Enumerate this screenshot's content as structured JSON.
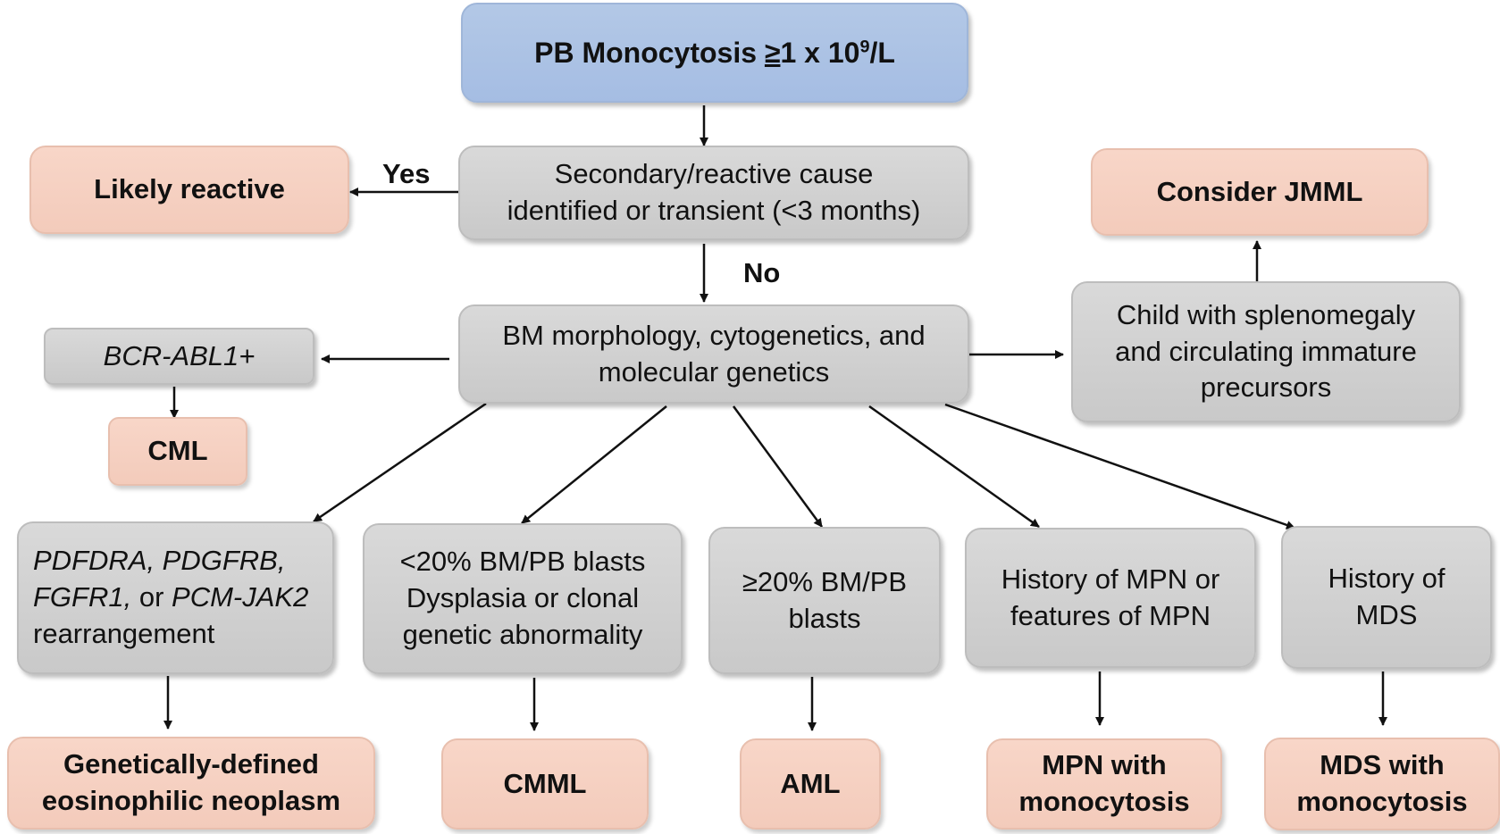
{
  "start": {
    "text_pre": "PB Monocytosis ",
    "ge": "≥",
    "text_mid": "1 x 10",
    "sup": "9",
    "text_post": "/L"
  },
  "reactive_question": {
    "line1": "Secondary/reactive cause",
    "line2": "identified or transient (<3 months)"
  },
  "likely_reactive": "Likely reactive",
  "yes_label": "Yes",
  "no_label": "No",
  "bm_workup": {
    "line1": "BM morphology, cytogenetics, and",
    "line2": "molecular genetics"
  },
  "bcr_abl": "BCR-ABL1+",
  "cml": "CML",
  "child": {
    "line1": "Child with splenomegaly",
    "line2": "and circulating immature",
    "line3": "precursors"
  },
  "jmml": "Consider JMML",
  "rearrangement": {
    "line1": "PDFDRA, PDGFRB,",
    "line2_it": "FGFR1,",
    "line2_mid": " or ",
    "line2_it2": "PCM-JAK2",
    "line3": "rearrangement"
  },
  "blasts_lt20": {
    "line1": "<20% BM/PB blasts",
    "line2": "Dysplasia or clonal",
    "line3": "genetic abnormality"
  },
  "blasts_ge20": {
    "line1": "≥20% BM/PB",
    "line2": "blasts"
  },
  "mpn_history": {
    "line1": "History of MPN or",
    "line2": "features of MPN"
  },
  "mds_history": {
    "line1": "History of",
    "line2": "MDS"
  },
  "outcomes": {
    "eosinophilic": {
      "line1": "Genetically-defined",
      "line2": "eosinophilic neoplasm"
    },
    "cmml": "CMML",
    "aml": "AML",
    "mpn": {
      "line1": "MPN with",
      "line2": "monocytosis"
    },
    "mds": {
      "line1": "MDS with",
      "line2": "monocytosis"
    }
  }
}
